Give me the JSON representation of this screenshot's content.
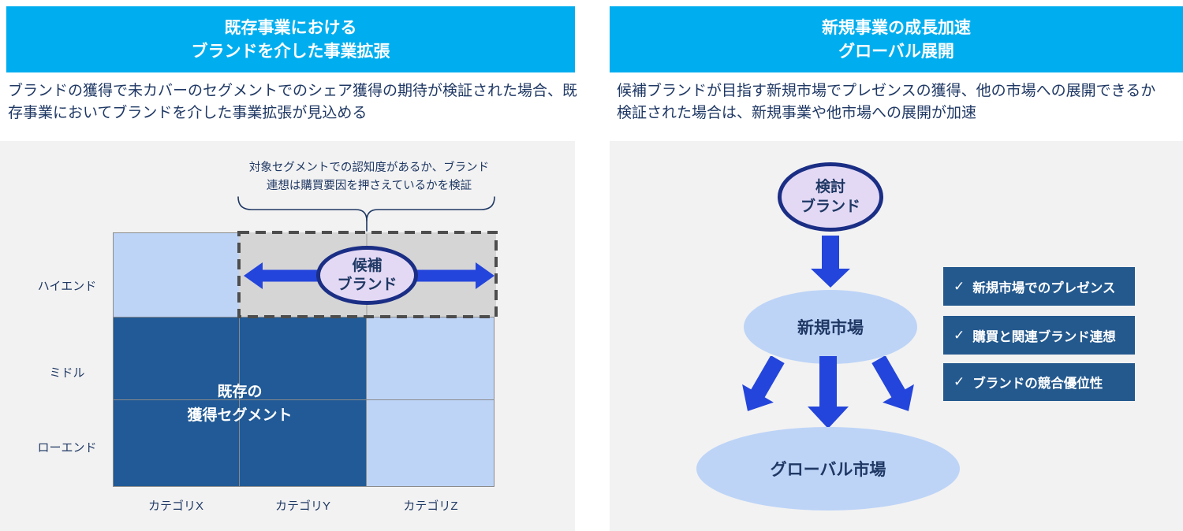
{
  "colors": {
    "header_bg": "#00AEEF",
    "navy_text": "#1F3864",
    "dark_cell_blue": "#215A96",
    "checklist_box_blue": "#24598E",
    "light_blue": "#BDD4F7",
    "lavender": "#E3D9F4",
    "ellipse_border_navy": "#1B2E85",
    "arrow_blue": "#2445DB",
    "panel_gray": "#F2F2F2",
    "dashed_fill_gray": "#D5D5D5",
    "dashed_border_gray": "#4D4D4D"
  },
  "left": {
    "header": {
      "line1": "既存事業における",
      "line2": "ブランドを介した事業拡張"
    },
    "subtitle": "ブランドの獲得で未カバーのセグメントでのシェア獲得の期待が検証された場合、既存事業においてブランドを介した事業拡張が見込める",
    "annotation": {
      "line1": "対象セグメントでの認知度があるか、ブランド",
      "line2": "連想は購買要因を押さえているかを検証"
    },
    "matrix": {
      "row_labels": [
        "ハイエンド",
        "ミドル",
        "ローエンド"
      ],
      "col_labels": [
        "カテゴリX",
        "カテゴリY",
        "カテゴリZ"
      ],
      "existing_label": {
        "line1": "既存の",
        "line2": "獲得セグメント"
      },
      "candidate_ellipse": {
        "line1": "候補",
        "line2": "ブランド"
      }
    }
  },
  "right": {
    "header": {
      "line1": "新規事業の成長加速",
      "line2": "グローバル展開"
    },
    "subtitle": "候補ブランドが目指す新規市場でプレゼンスの獲得、他の市場への展開できるか検証された場合は、新規事業や他市場への展開が加速",
    "flow": {
      "top_ellipse": {
        "line1": "検討",
        "line2": "ブランド"
      },
      "mid_ellipse": "新規市場",
      "bottom_ellipse": "グローバル市場"
    },
    "checklist": [
      {
        "check": "✓",
        "label": "新規市場でのプレゼンス"
      },
      {
        "check": "✓",
        "label": "購買と関連ブランド連想"
      },
      {
        "check": "✓",
        "label": "ブランドの競合優位性"
      }
    ]
  }
}
